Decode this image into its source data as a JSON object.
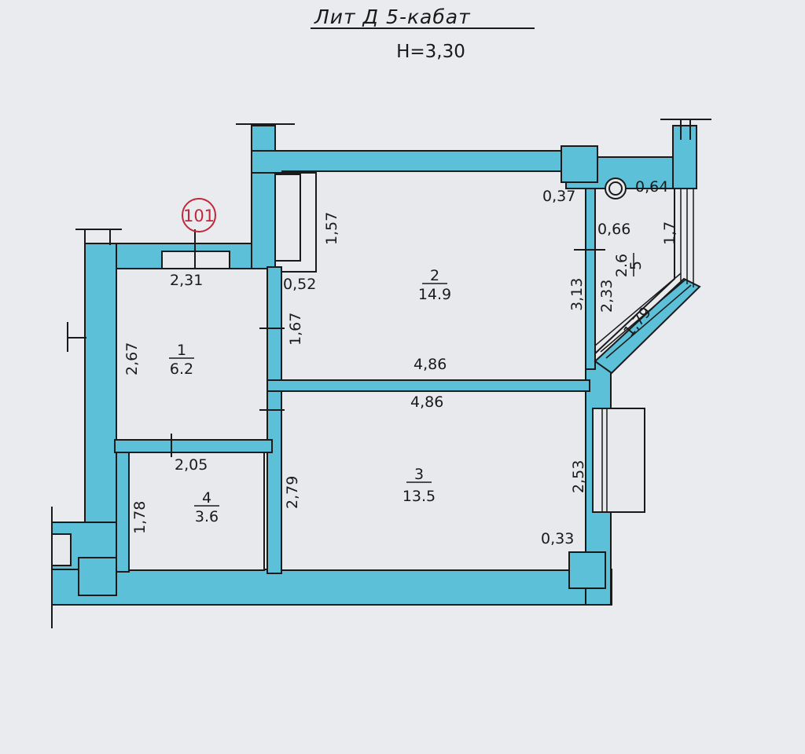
{
  "title": "Лит Д 5-кабат",
  "height": "H=3,30",
  "apartment_marker": "101",
  "colors": {
    "wall": "#5cc0d8",
    "line": "#1a1a1a",
    "marker": "#c0283a",
    "background": "#e9ebee"
  },
  "rooms": [
    {
      "number": "1",
      "area": "6.2"
    },
    {
      "number": "2",
      "area": "14.9"
    },
    {
      "number": "3",
      "area": "13.5"
    },
    {
      "number": "4",
      "area": "3.6"
    },
    {
      "number": "5",
      "area": "2.6"
    }
  ],
  "dimensions": {
    "room1_width": "2,31",
    "room1_height": "2,67",
    "hall_door": "1,67",
    "hall_offset": "0,52",
    "corridor_top": "1,57",
    "room2_width": "4,86",
    "room3_width": "4,86",
    "room3_height": "2,79",
    "room3_window": "2,53",
    "corner_bottom_right": "0,33",
    "corner_top_right": "0,37",
    "balcony_top": "0,64",
    "balcony_inner": "0,66",
    "balcony_length": "1,7",
    "room2_right_height": "3,13",
    "balcony_height": "2,33",
    "balcony_diagonal": "1,79",
    "room4_width": "2,05",
    "room4_height": "1,78"
  }
}
